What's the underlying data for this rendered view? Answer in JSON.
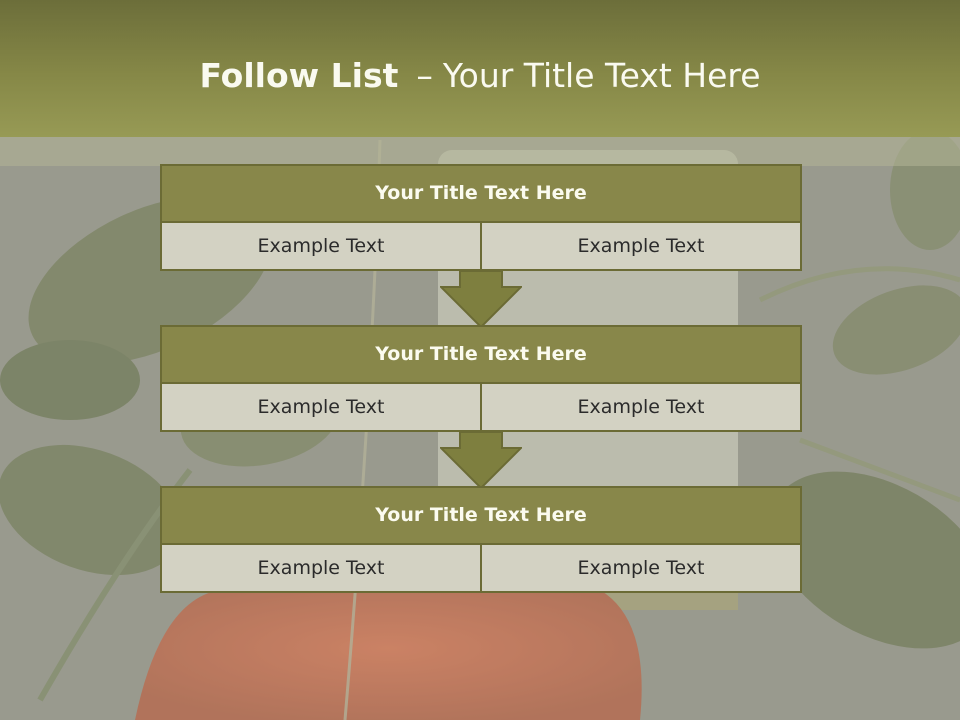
{
  "slide": {
    "title_bold": "Follow List",
    "title_dash": "–",
    "title_rest": "Your Title Text Here"
  },
  "blocks": [
    {
      "title": "Your Title Text Here",
      "left": "Example Text",
      "right": "Example Text"
    },
    {
      "title": "Your Title Text Here",
      "left": "Example Text",
      "right": "Example Text"
    },
    {
      "title": "Your Title Text Here",
      "left": "Example Text",
      "right": "Example Text"
    }
  ],
  "colors": {
    "header": "#868847",
    "block_title": "#88874a",
    "cell": "#d3d2c3",
    "border": "#6b6b35"
  }
}
